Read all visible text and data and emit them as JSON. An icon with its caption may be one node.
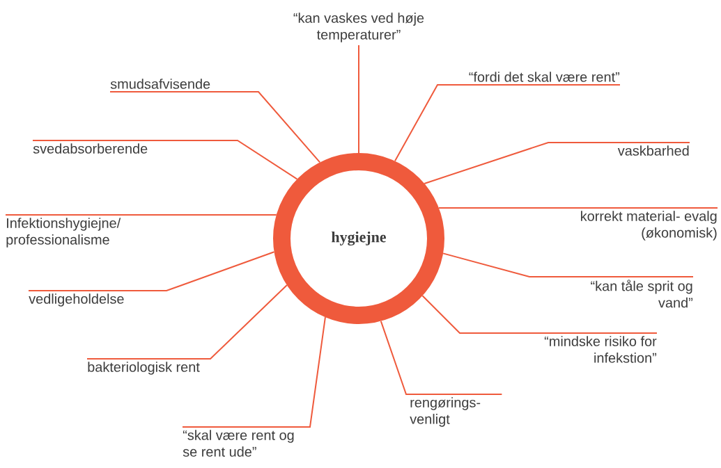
{
  "diagram": {
    "nodes": [
      {
        "text": [
          "hygiejne"
        ]
      },
      {
        "text": [
          "“kan vaskes ved høje temperaturer”"
        ]
      },
      {
        "text": [
          "smudsafvisende"
        ]
      },
      {
        "text": [
          "“fordi det skal være rent”"
        ]
      },
      {
        "text": [
          "svedabsorberende"
        ]
      },
      {
        "text": [
          "vaskbarhed"
        ]
      },
      {
        "text": [
          "Infektionshygiejne/ professionalisme"
        ]
      },
      {
        "text": [
          "korrekt material- evalg (økonomisk)"
        ]
      },
      {
        "text": [
          "vedligeholdelse"
        ]
      },
      {
        "text": [
          "“kan tåle sprit og vand”"
        ]
      },
      {
        "text": [
          "“mindske risiko for infekstion”"
        ]
      },
      {
        "text": [
          "bakteriologisk rent"
        ]
      },
      {
        "text": [
          "rengørings- venligt"
        ]
      },
      {
        "text": [
          "“skal være rent og se rent ude”"
        ]
      }
    ],
    "edges": [
      {
        "from": 1,
        "to": 0,
        "arrow": "none"
      },
      {
        "from": 2,
        "to": 0,
        "arrow": "none"
      },
      {
        "from": 3,
        "to": 0,
        "arrow": "none"
      },
      {
        "from": 4,
        "to": 0,
        "arrow": "none"
      },
      {
        "from": 5,
        "to": 0,
        "arrow": "none"
      },
      {
        "from": 6,
        "to": 0,
        "arrow": "none"
      },
      {
        "from": 7,
        "to": 0,
        "arrow": "none"
      },
      {
        "from": 8,
        "to": 0,
        "arrow": "none"
      },
      {
        "from": 9,
        "to": 0,
        "arrow": "none"
      },
      {
        "from": 10,
        "to": 0,
        "arrow": "none"
      },
      {
        "from": 11,
        "to": 0,
        "arrow": "none"
      },
      {
        "from": 12,
        "to": 0,
        "arrow": "none"
      },
      {
        "from": 13,
        "to": 0,
        "arrow": "none"
      }
    ]
  }
}
